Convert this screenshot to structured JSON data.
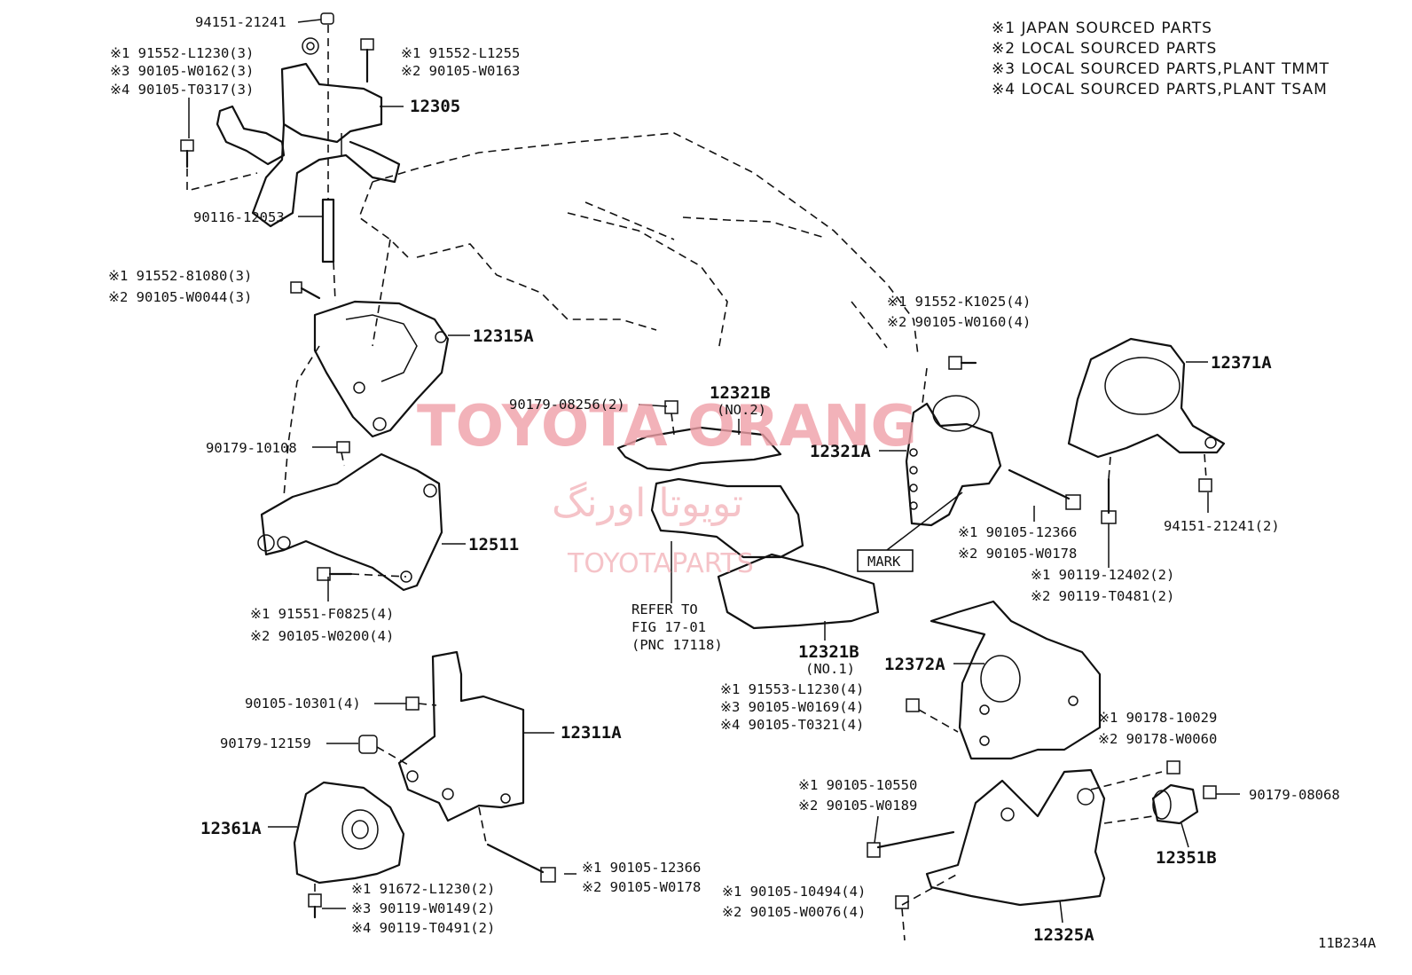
{
  "notes": [
    "※1 JAPAN SOURCED PARTS",
    "※2 LOCAL SOURCED PARTS",
    "※3 LOCAL SOURCED PARTS,PLANT TMMT",
    "※4 LOCAL SOURCED PARTS,PLANT TSAM"
  ],
  "watermark": {
    "main": "TOYOTA ORANG",
    "persian": "تویوتا اورنگ",
    "site": "TOYOTAPARTS"
  },
  "figure_code": "11B234A",
  "mark_label": "MARK",
  "refer": [
    "REFER TO",
    "FIG 17-01",
    "(PNC 17118)"
  ],
  "labels": {
    "l94151_top": "94151-21241",
    "l91552_L1230": "※1 91552-L1230(3)",
    "l90105_W0162": "※3 90105-W0162(3)",
    "l90105_T0317": "※4 90105-T0317(3)",
    "l91552_L1255": "※1  91552-L1255",
    "l90105_W0163": "※2  90105-W0163",
    "p12305": "12305",
    "l90116": "90116-12053",
    "l91552_81080": "※1 91552-81080(3)",
    "l90105_W0044": "※2 90105-W0044(3)",
    "p12315A": "12315A",
    "l90179_10108": "90179-10108",
    "p12511": "12511",
    "l91551_F0825": "※1 91551-F0825(4)",
    "l90105_W0200": "※2 90105-W0200(4)",
    "l90179_08256": "90179-08256(2)",
    "p12321B_top": "12321B",
    "no2": "(NO.2)",
    "p12321B_bot": "12321B",
    "no1": "(NO.1)",
    "l91553_L1230": "※1 91553-L1230(4)",
    "l90105_W0169": "※3 90105-W0169(4)",
    "l90105_T0321": "※4 90105-T0321(4)",
    "l91552_K1025": "※1 91552-K1025(4)",
    "l90105_W0160": "※2 90105-W0160(4)",
    "p12321A": "12321A",
    "p12371A": "12371A",
    "l90105_12366_r": "※1 90105-12366",
    "l90105_W0178_r": "※2 90105-W0178",
    "l90119_12402": "※1 90119-12402(2)",
    "l90119_T0481": "※2 90119-T0481(2)",
    "l94151_r": "94151-21241(2)",
    "p12372A": "12372A",
    "l90178_10029": "※1 90178-10029",
    "l90178_W0060": "※2 90178-W0060",
    "l90179_08068": "90179-08068",
    "p12351B": "12351B",
    "l90105_10550": "※1 90105-10550",
    "l90105_W0189": "※2 90105-W0189",
    "l90105_10494": "※1 90105-10494(4)",
    "l90105_W0076": "※2 90105-W0076(4)",
    "p12325A": "12325A",
    "l90105_10301": "90105-10301(4)",
    "l90179_12159": "90179-12159",
    "p12311A": "12311A",
    "p12361A": "12361A",
    "l91672_L1230": "※1 91672-L1230(2)",
    "l90119_W0149": "※3 90119-W0149(2)",
    "l90119_T0491": "※4 90119-T0491(2)",
    "l90105_12366_b": "※1 90105-12366",
    "l90105_W0178_b": "※2 90105-W0178"
  }
}
